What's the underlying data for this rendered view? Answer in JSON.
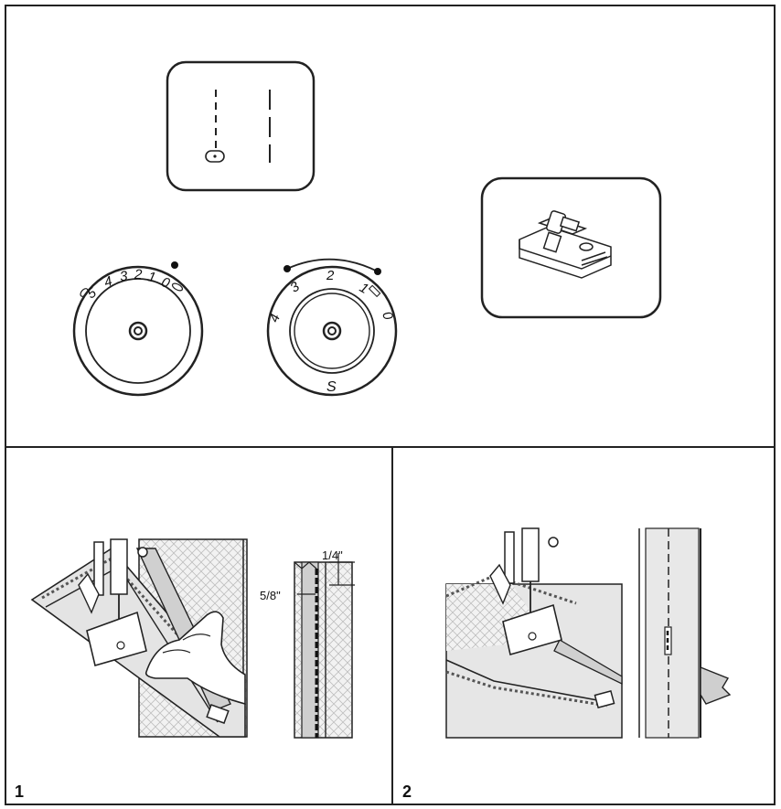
{
  "top_panel": {
    "pattern_icon": "straight-stitch-pattern",
    "foot_icon": "zipper-foot",
    "stitch_width_dial": {
      "labels": [
        "5",
        "4",
        "3",
        "2",
        "1",
        "0"
      ]
    },
    "stitch_length_dial": {
      "labels": [
        "4",
        "3",
        "2",
        "1",
        "0",
        "S"
      ]
    }
  },
  "step1": {
    "number": "1",
    "measure_top": "1/4\"",
    "measure_side": "5/8\""
  },
  "step2": {
    "number": "2"
  }
}
